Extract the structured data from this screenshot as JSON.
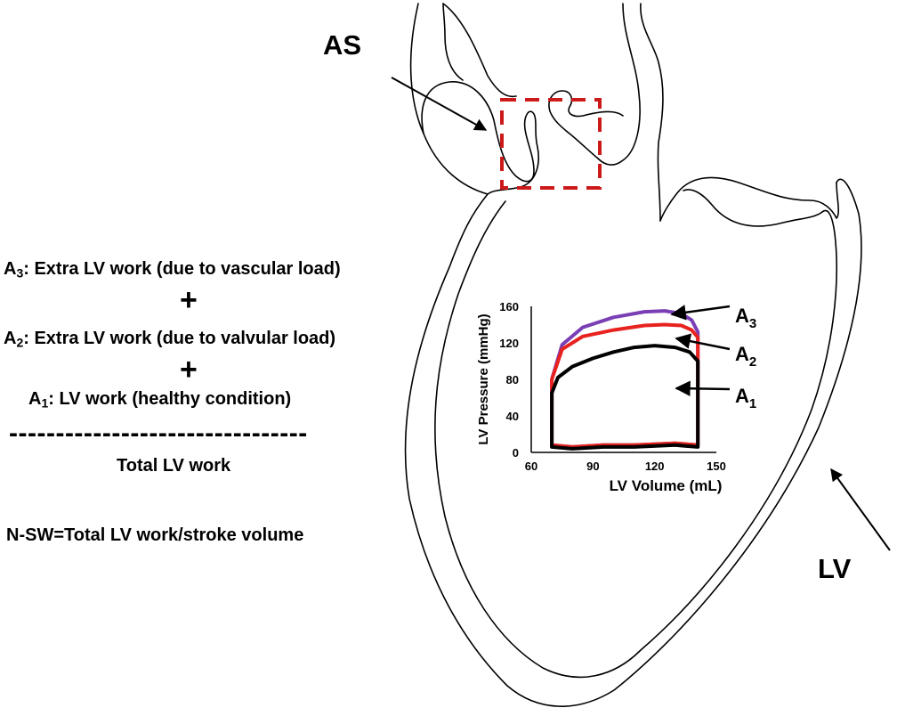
{
  "labels": {
    "as": "AS",
    "lv": "LV"
  },
  "equation": {
    "a3_sym": "A",
    "a3_sub": "3",
    "a3_text": ": Extra LV work (due to vascular load)",
    "plus1": "+",
    "a2_sym": "A",
    "a2_sub": "2",
    "a2_text": ": Extra LV work (due to valvular load)",
    "plus2": "+",
    "a1_sym": "A",
    "a1_sub": "1",
    "a1_text": ": LV work (healthy condition)",
    "divider": "--------------------------------",
    "total": "Total LV work",
    "nsw": "N-SW=Total LV work/stroke volume"
  },
  "chart_data": {
    "type": "line",
    "xlabel": "LV Volume (mL)",
    "ylabel": "LV Pressure (mmHg)",
    "xlim": [
      60,
      150
    ],
    "ylim": [
      0,
      160
    ],
    "x_ticks": [
      "60",
      "90",
      "120",
      "150"
    ],
    "y_ticks": [
      "0",
      "40",
      "80",
      "120",
      "160"
    ],
    "series": [
      {
        "name": "A3",
        "label_sym": "A",
        "label_sub": "3",
        "color": "#7b3fb5",
        "points": [
          [
            70,
            8
          ],
          [
            70,
            80
          ],
          [
            75,
            118
          ],
          [
            85,
            137
          ],
          [
            100,
            148
          ],
          [
            115,
            154
          ],
          [
            125,
            155
          ],
          [
            133,
            152
          ],
          [
            138,
            145
          ],
          [
            141,
            132
          ],
          [
            141,
            8
          ],
          [
            130,
            10
          ],
          [
            110,
            8
          ],
          [
            95,
            8
          ],
          [
            80,
            6
          ],
          [
            70,
            8
          ]
        ]
      },
      {
        "name": "A2",
        "label_sym": "A",
        "label_sub": "2",
        "color": "#e8221e",
        "points": [
          [
            70,
            8
          ],
          [
            70,
            80
          ],
          [
            75,
            113
          ],
          [
            85,
            127
          ],
          [
            100,
            134
          ],
          [
            115,
            139
          ],
          [
            125,
            140
          ],
          [
            133,
            139
          ],
          [
            138,
            134
          ],
          [
            141,
            126
          ],
          [
            141,
            8
          ],
          [
            130,
            10
          ],
          [
            110,
            8
          ],
          [
            95,
            8
          ],
          [
            80,
            6
          ],
          [
            70,
            8
          ]
        ]
      },
      {
        "name": "A1",
        "label_sym": "A",
        "label_sub": "1",
        "color": "#000000",
        "points": [
          [
            70,
            6
          ],
          [
            70,
            65
          ],
          [
            73,
            82
          ],
          [
            80,
            94
          ],
          [
            90,
            103
          ],
          [
            100,
            110
          ],
          [
            110,
            115
          ],
          [
            120,
            117
          ],
          [
            130,
            115
          ],
          [
            137,
            110
          ],
          [
            141,
            100
          ],
          [
            141,
            6
          ],
          [
            130,
            8
          ],
          [
            110,
            6
          ],
          [
            95,
            6
          ],
          [
            80,
            4
          ],
          [
            70,
            6
          ]
        ]
      }
    ]
  },
  "colors": {
    "outline": "#000000",
    "valve_box": "#cc1a1a",
    "a3": "#7b3fb5",
    "a2": "#e8221e",
    "a1": "#000000"
  }
}
